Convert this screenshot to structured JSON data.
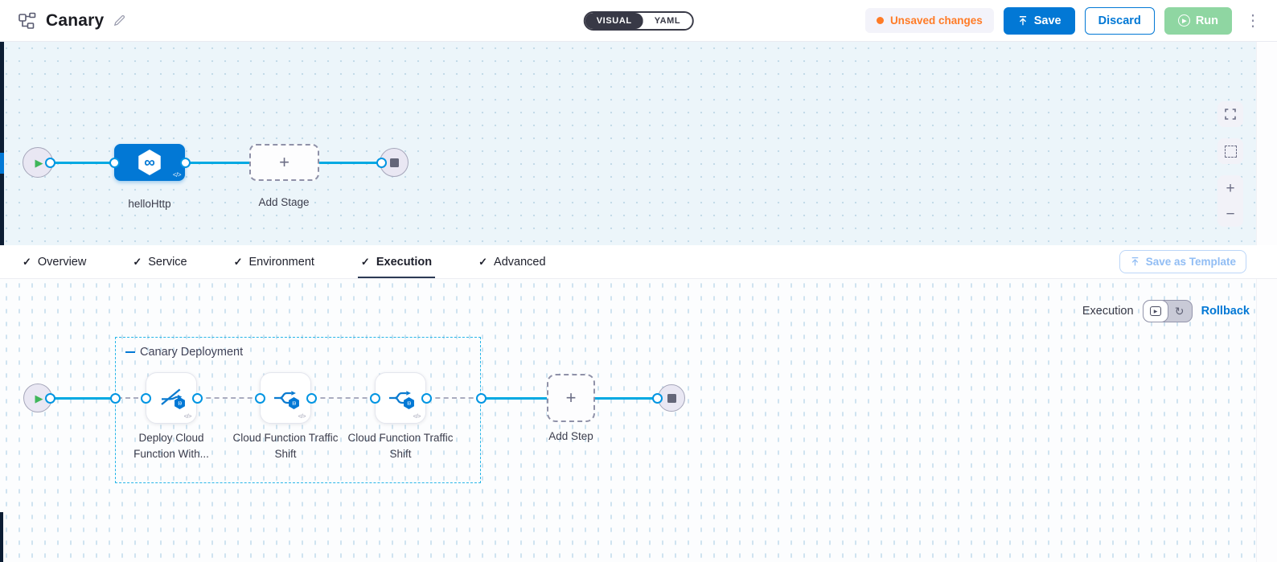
{
  "header": {
    "title": "Canary",
    "mode": {
      "visual": "VISUAL",
      "yaml": "YAML",
      "selected": "VISUAL"
    },
    "unsaved": "Unsaved changes",
    "save": "Save",
    "discard": "Discard",
    "run": "Run"
  },
  "stage_canvas": {
    "stage_name": "helloHttp",
    "add_stage_label": "Add Stage",
    "code_glyph": "</>"
  },
  "tabs": {
    "items": [
      {
        "label": "Overview",
        "checked": true
      },
      {
        "label": "Service",
        "checked": true
      },
      {
        "label": "Environment",
        "checked": true
      },
      {
        "label": "Execution",
        "checked": true,
        "active": true
      },
      {
        "label": "Advanced",
        "checked": true
      }
    ],
    "save_as_template": "Save as Template"
  },
  "execution": {
    "mode_label": "Execution",
    "rollback_label": "Rollback",
    "group_name": "Canary Deployment",
    "steps": [
      {
        "name": "Deploy Cloud Function With..."
      },
      {
        "name": "Cloud Function Traffic Shift"
      },
      {
        "name": "Cloud Function Traffic Shift"
      }
    ],
    "add_step_label": "Add Step",
    "code_glyph": "</>",
    "fn_badge": "(-)"
  },
  "icons": {
    "check": "✓",
    "plus": "+",
    "minus": "−",
    "kebab": "⋮",
    "play": "▶",
    "stop": "■",
    "infinity": "∞",
    "rollback": "↻"
  },
  "colors": {
    "accent": "#0278d5",
    "edge_line": "#00a9e2",
    "unsaved_orange": "#ff7b26",
    "play_green": "#3fb65a",
    "run_disabled_green": "#8fd6a2",
    "group_border": "#29b6e8",
    "canvas_top_bg": "#ecf5fa"
  }
}
